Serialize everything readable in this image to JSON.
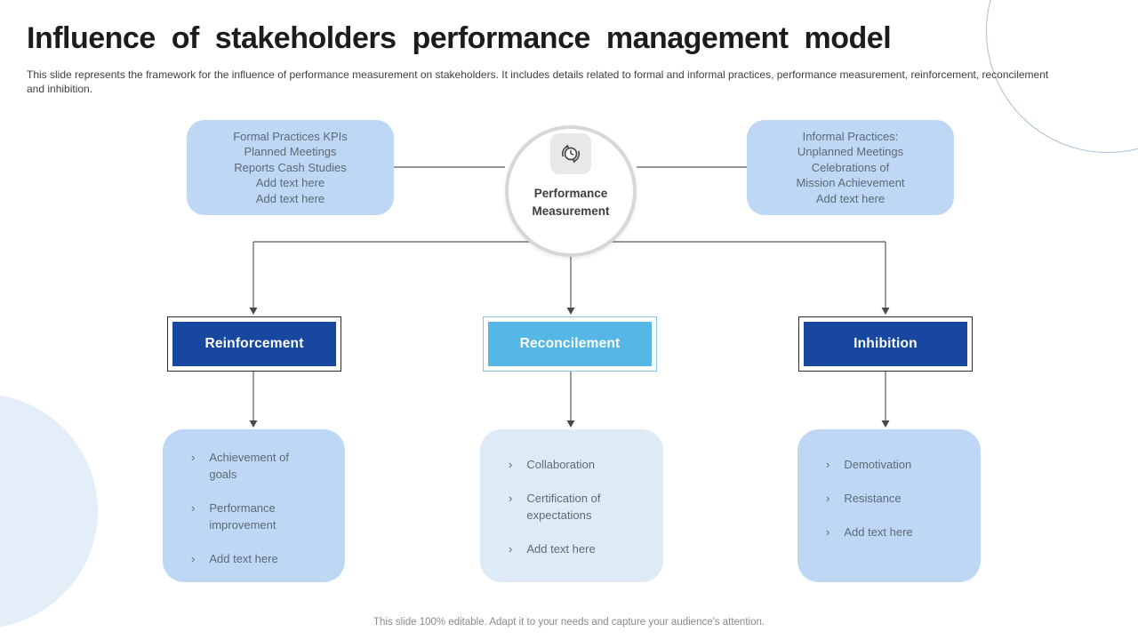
{
  "slide": {
    "title": "Influence of stakeholders performance management model",
    "subtitle": "This slide represents the framework for the influence of performance measurement on stakeholders. It includes details related to formal and informal practices, performance measurement, reinforcement, reconcilement and inhibition.",
    "footer": "This slide 100% editable. Adapt it to your needs and capture your audience's attention."
  },
  "colors": {
    "dark_blue": "#17479e",
    "sky_blue": "#55b7e5",
    "light_blue_box": "#bdd7f5",
    "pale_blue_box": "#deebf7",
    "box_text_gray": "#5e6a74",
    "connector_gray": "#595959"
  },
  "diagram": {
    "bullet_char": "›",
    "center_node": {
      "icon": "clock-sync-icon",
      "label_line1": "Performance",
      "label_line2": "Measurement"
    },
    "formal_box": {
      "lines": [
        "Formal Practices KPIs",
        "Planned Meetings",
        "Reports Cash Studies",
        "Add text here",
        "Add text here"
      ]
    },
    "informal_box": {
      "lines": [
        "Informal Practices:",
        "Unplanned Meetings",
        "Celebrations of",
        "Mission Achievement",
        "Add text here"
      ]
    },
    "branches": [
      {
        "label": "Reinforcement",
        "items": [
          "Achievement of goals",
          "Performance improvement",
          "Add text here"
        ]
      },
      {
        "label": "Reconcilement",
        "items": [
          "Collaboration",
          "Certification of expectations",
          "Add text here"
        ]
      },
      {
        "label": "Inhibition",
        "items": [
          "Demotivation",
          "Resistance",
          "Add text here"
        ]
      }
    ]
  }
}
